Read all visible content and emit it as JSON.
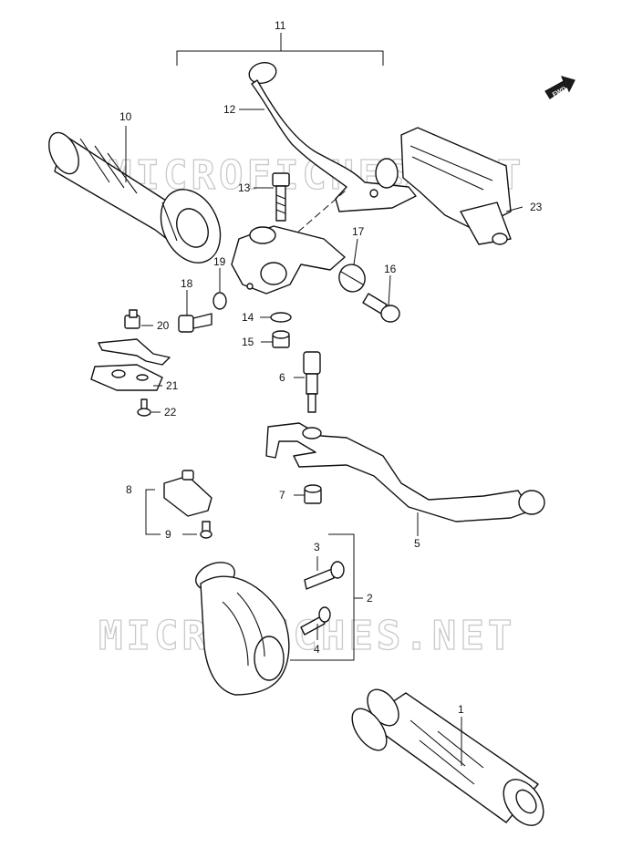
{
  "diagram": {
    "watermark_text": "MICROFICHES.NET",
    "fwd_badge": "FWD",
    "callouts": [
      {
        "id": "c1",
        "label": "1"
      },
      {
        "id": "c2",
        "label": "2"
      },
      {
        "id": "c3",
        "label": "3"
      },
      {
        "id": "c4",
        "label": "4"
      },
      {
        "id": "c5",
        "label": "5"
      },
      {
        "id": "c6",
        "label": "6"
      },
      {
        "id": "c7",
        "label": "7"
      },
      {
        "id": "c8",
        "label": "8"
      },
      {
        "id": "c9",
        "label": "9"
      },
      {
        "id": "c10",
        "label": "10"
      },
      {
        "id": "c11",
        "label": "11"
      },
      {
        "id": "c12",
        "label": "12"
      },
      {
        "id": "c13",
        "label": "13"
      },
      {
        "id": "c14",
        "label": "14"
      },
      {
        "id": "c15",
        "label": "15"
      },
      {
        "id": "c16",
        "label": "16"
      },
      {
        "id": "c17",
        "label": "17"
      },
      {
        "id": "c18",
        "label": "18"
      },
      {
        "id": "c19",
        "label": "19"
      },
      {
        "id": "c20",
        "label": "20"
      },
      {
        "id": "c21",
        "label": "21"
      },
      {
        "id": "c22",
        "label": "22"
      },
      {
        "id": "c23",
        "label": "23"
      }
    ]
  }
}
